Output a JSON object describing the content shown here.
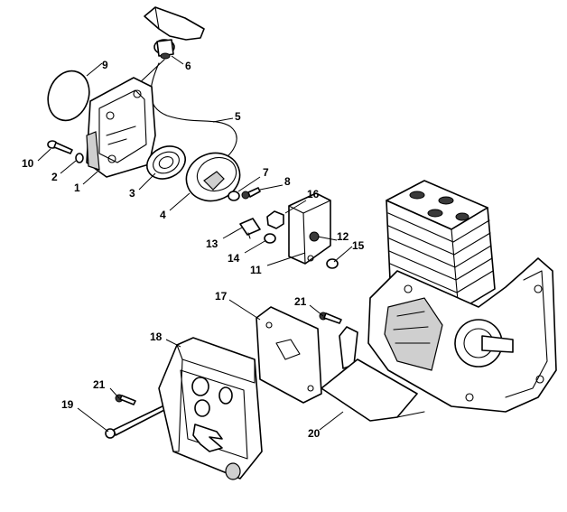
{
  "callouts": [
    {
      "id": "1",
      "label": "1"
    },
    {
      "id": "2",
      "label": "2"
    },
    {
      "id": "3",
      "label": "3"
    },
    {
      "id": "4",
      "label": "4"
    },
    {
      "id": "5",
      "label": "5"
    },
    {
      "id": "6",
      "label": "6"
    },
    {
      "id": "7",
      "label": "7"
    },
    {
      "id": "8",
      "label": "8"
    },
    {
      "id": "9",
      "label": "9"
    },
    {
      "id": "10",
      "label": "10"
    },
    {
      "id": "11",
      "label": "11"
    },
    {
      "id": "12",
      "label": "12"
    },
    {
      "id": "13",
      "label": "13"
    },
    {
      "id": "14",
      "label": "14"
    },
    {
      "id": "15",
      "label": "15"
    },
    {
      "id": "16",
      "label": "16"
    },
    {
      "id": "17",
      "label": "17"
    },
    {
      "id": "18",
      "label": "18"
    },
    {
      "id": "19",
      "label": "19"
    },
    {
      "id": "20",
      "label": "20"
    },
    {
      "id": "21a",
      "label": "21"
    },
    {
      "id": "21b",
      "label": "21"
    }
  ]
}
